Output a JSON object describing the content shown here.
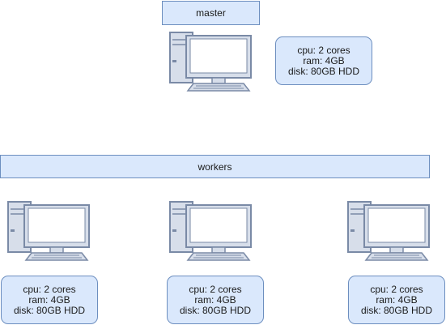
{
  "master": {
    "label": "master",
    "icon": "desktop-computer-icon",
    "specs": {
      "cpu": "cpu: 2 cores",
      "ram": "ram: 4GB",
      "disk": "disk: 80GB HDD"
    }
  },
  "workers": {
    "label": "workers",
    "nodes": [
      {
        "icon": "desktop-computer-icon",
        "specs": {
          "cpu": "cpu: 2 cores",
          "ram": "ram: 4GB",
          "disk": "disk: 80GB HDD"
        }
      },
      {
        "icon": "desktop-computer-icon",
        "specs": {
          "cpu": "cpu: 2 cores",
          "ram": "ram: 4GB",
          "disk": "disk: 80GB HDD"
        }
      },
      {
        "icon": "desktop-computer-icon",
        "specs": {
          "cpu": "cpu: 2 cores",
          "ram": "ram: 4GB",
          "disk": "disk: 80GB HDD"
        }
      }
    ]
  },
  "colors": {
    "box_fill": "#dae8fc",
    "box_stroke": "#6c8ebf",
    "pc_body": "#d7deea",
    "pc_stroke": "#7a8aa6"
  }
}
